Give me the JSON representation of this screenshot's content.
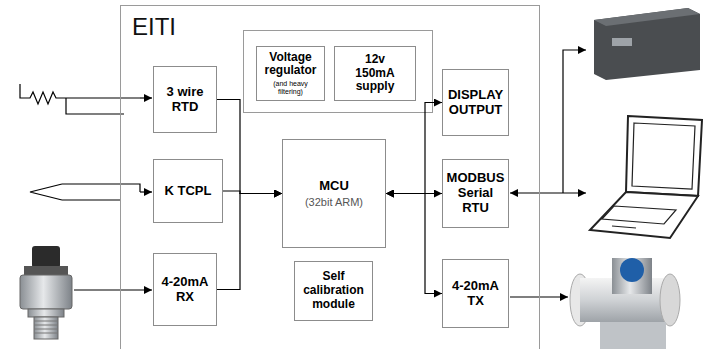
{
  "diagram": {
    "nodes": [
      {
        "text": [
          "EITI"
        ]
      },
      {
        "text": [
          "3 wire RTD"
        ],
        "in": 0
      },
      {
        "text": [
          "K TCPL"
        ],
        "in": 0
      },
      {
        "text": [
          "4-20mA RX"
        ],
        "in": 0
      },
      {
        "text": [
          "Voltage regulator",
          "(and heavy filtering)"
        ],
        "in": 0
      },
      {
        "text": [
          "12v 150mA supply"
        ],
        "in": 0
      },
      {
        "text": [
          "MCU",
          "(32bit ARM)"
        ],
        "in": 0
      },
      {
        "text": [
          "Self calibration module"
        ],
        "in": 0
      },
      {
        "text": [
          "DISPLAY OUTPUT"
        ],
        "in": 0
      },
      {
        "text": [
          "MODBUS Serial RTU"
        ],
        "in": 0
      },
      {
        "text": [
          "4-20mA TX"
        ],
        "in": 0
      }
    ],
    "edges": [
      {
        "from": 1,
        "to": 6,
        "arrow": "to"
      },
      {
        "from": 2,
        "to": 6,
        "arrow": "to"
      },
      {
        "from": 3,
        "to": 6,
        "arrow": "to"
      },
      {
        "from": 6,
        "to": 8,
        "arrow": "both"
      },
      {
        "from": 6,
        "to": 9,
        "arrow": "both"
      },
      {
        "from": 6,
        "to": 10,
        "arrow": "both"
      }
    ]
  }
}
